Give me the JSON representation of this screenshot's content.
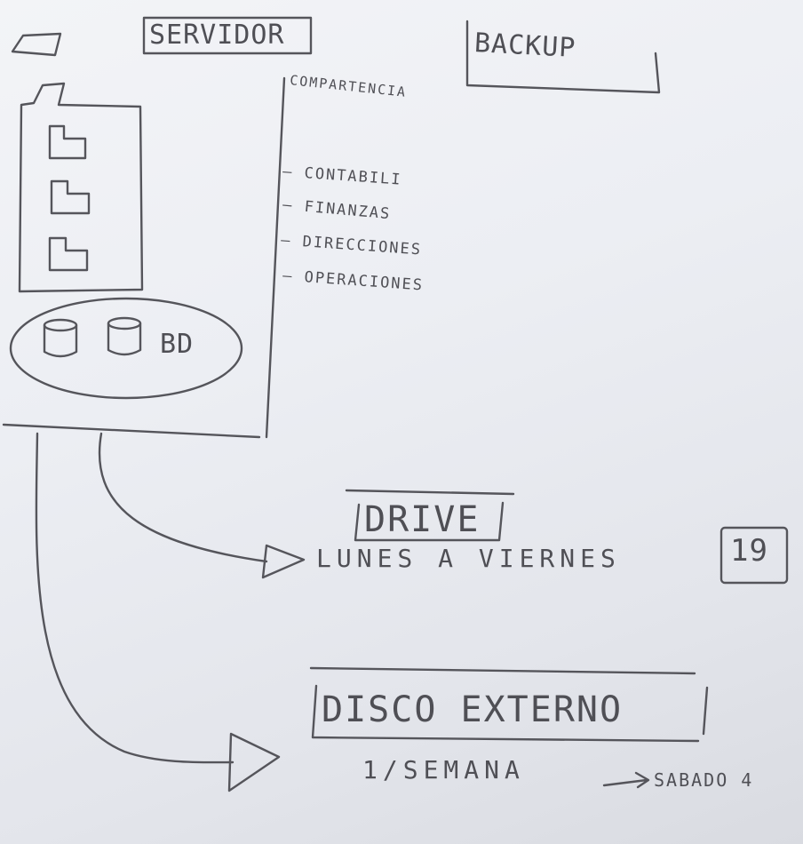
{
  "sketch": {
    "server_label": "SERVIDOR",
    "backup_label": "BACKUP",
    "components_heading": "COMPARTENCIA",
    "components": [
      "CONTABILI",
      "FINANZAS",
      "DIRECCIONES",
      "OPERACIONES"
    ],
    "database_label": "BD",
    "destinations": [
      {
        "name": "DRIVE",
        "schedule": "LUNES A VIERNES",
        "day": "19"
      },
      {
        "name": "DISCO EXTERNO",
        "schedule": "1/SEMANA",
        "note": "SABADO 4"
      }
    ],
    "ink_color": "#4f4f55"
  }
}
